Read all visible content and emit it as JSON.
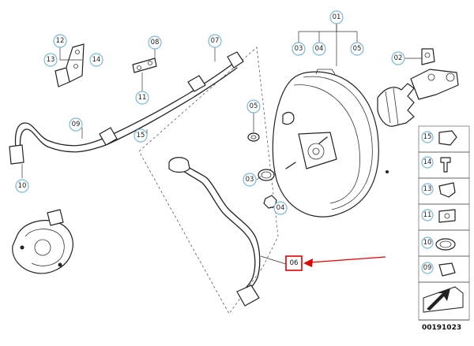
{
  "diagram": {
    "code": "00191023",
    "callouts": {
      "c01": "01",
      "c03a": "03",
      "c04a": "04",
      "c05a": "05",
      "c02": "02",
      "c12": "12",
      "c13": "13",
      "c14": "14",
      "c08": "08",
      "c07": "07",
      "c11": "11",
      "c09": "09",
      "c15": "15",
      "c10": "10",
      "c05b": "05",
      "c03b": "03",
      "c04b": "04",
      "c06": "06"
    },
    "side_panel": [
      "15",
      "14",
      "13",
      "11",
      "10",
      "09"
    ],
    "colors": {
      "callout_ring": "#7ab8d6",
      "highlight": "#e00000",
      "ink": "#222222"
    }
  }
}
